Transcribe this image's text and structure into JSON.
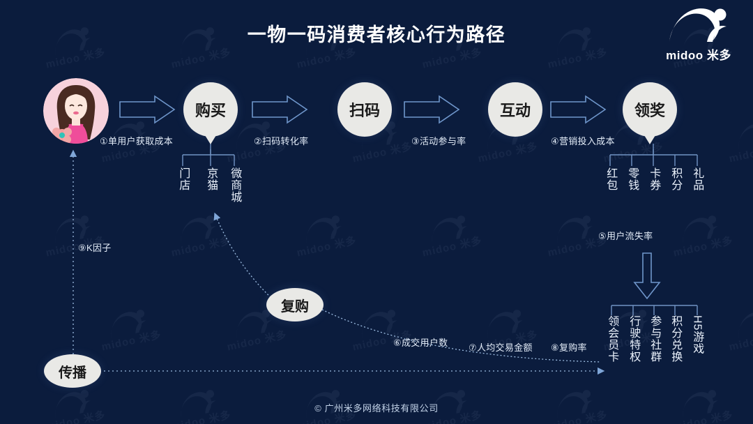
{
  "page": {
    "title": "一物一码消费者核心行为路径",
    "footer": "© 广州米多网络科技有限公司",
    "bg_color": "#0b1c3d",
    "accent_color": "#8fb6e8",
    "node_color": "#e9e9e6"
  },
  "logo": {
    "text": "midoo 米多",
    "icon": "midoo-swoosh-icon"
  },
  "watermark": {
    "text": "midoo 米多"
  },
  "avatar": {
    "name": "consumer-avatar",
    "alt": "女性消费者头像"
  },
  "flow": {
    "nodes": [
      {
        "id": "purchase",
        "label": "购买"
      },
      {
        "id": "scan",
        "label": "扫码"
      },
      {
        "id": "interact",
        "label": "互动"
      },
      {
        "id": "reward",
        "label": "领奖"
      }
    ],
    "arrows": [
      "arrow-1",
      "arrow-2",
      "arrow-3",
      "arrow-4"
    ]
  },
  "metrics": [
    {
      "id": "m1",
      "label": "①单用户获取成本"
    },
    {
      "id": "m2",
      "label": "②扫码转化率"
    },
    {
      "id": "m3",
      "label": "③活动参与率"
    },
    {
      "id": "m4",
      "label": "④营销投入成本"
    },
    {
      "id": "m5",
      "label": "⑤用户流失率"
    },
    {
      "id": "m6",
      "label": "⑥成交用户数"
    },
    {
      "id": "m7",
      "label": "⑦人均交易金额"
    },
    {
      "id": "m8",
      "label": "⑧复购率"
    },
    {
      "id": "m9",
      "label": "⑨K因子"
    }
  ],
  "purchase_channels": [
    {
      "label": "门店"
    },
    {
      "label": "京猫"
    },
    {
      "label": "微商城"
    }
  ],
  "reward_types": [
    {
      "label": "红包"
    },
    {
      "label": "零钱"
    },
    {
      "label": "卡券"
    },
    {
      "label": "积分"
    },
    {
      "label": "礼品"
    }
  ],
  "retention_actions": [
    {
      "label": "领会员卡"
    },
    {
      "label": "行驶特权"
    },
    {
      "label": "参与社群"
    },
    {
      "label": "积分兑换"
    },
    {
      "label": "H5游戏"
    }
  ],
  "secondary_nodes": [
    {
      "id": "repurchase",
      "label": "复购"
    },
    {
      "id": "spread",
      "label": "传播"
    }
  ]
}
